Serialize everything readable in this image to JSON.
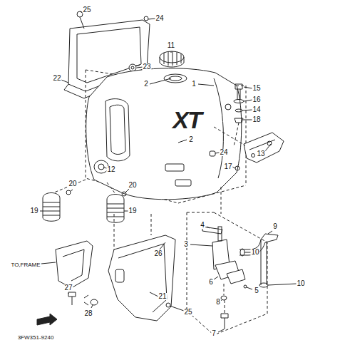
{
  "diagram": {
    "labels": [
      "25",
      "24",
      "11",
      "23",
      "22",
      "1",
      "2",
      "15",
      "16",
      "14",
      "18",
      "XT",
      "2",
      "24",
      "13",
      "17",
      "12",
      "20",
      "20",
      "19",
      "19",
      "4",
      "3",
      "9",
      "10",
      "26",
      "TO,FRAME",
      "6",
      "5",
      "10",
      "27",
      "21",
      "8",
      "28",
      "25",
      "7",
      "3FW351-9240"
    ]
  }
}
